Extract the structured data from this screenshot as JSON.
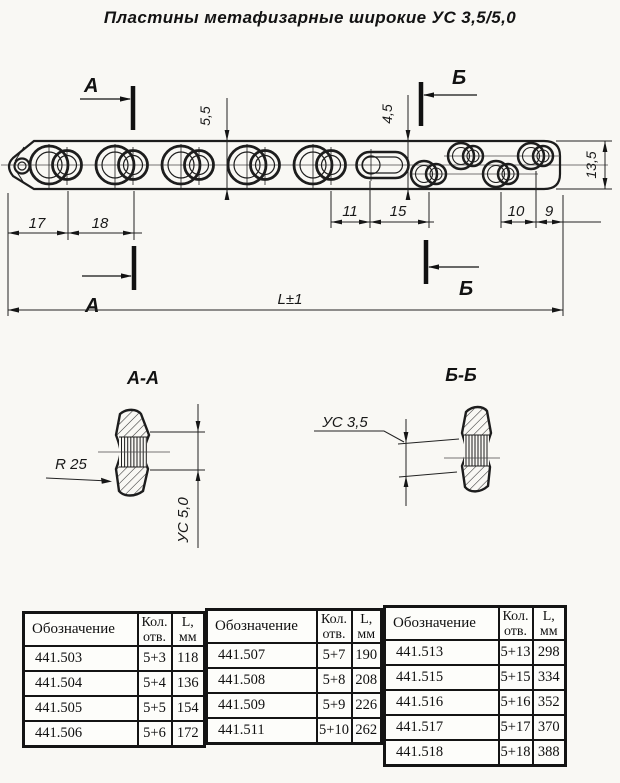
{
  "title": "Пластины метафизарные широкие УС 3,5/5,0",
  "colors": {
    "ink": "#1d1d1d",
    "paper": "#f9f8f4"
  },
  "drawing": {
    "labels": {
      "section_a": "А",
      "section_b": "Б",
      "section_aa_title": "А-А",
      "section_bb_title": "Б-Б",
      "dim_17": "17",
      "dim_18": "18",
      "dim_5_5": "5,5",
      "dim_4_5": "4,5",
      "dim_11": "11",
      "dim_15": "15",
      "dim_10": "10",
      "dim_9": "9",
      "dim_13_5": "13,5",
      "dim_length": "L±1",
      "radius": "R 25",
      "thread_large": "УС 5,0",
      "thread_small": "УС 3,5"
    }
  },
  "tables": [
    {
      "headers": {
        "designation": "Обозначение",
        "count_1": "Кол.",
        "count_2": "отв.",
        "len_1": "L,",
        "len_2": "мм"
      },
      "rows": [
        [
          "441.503",
          "5+3",
          "118"
        ],
        [
          "441.504",
          "5+4",
          "136"
        ],
        [
          "441.505",
          "5+5",
          "154"
        ],
        [
          "441.506",
          "5+6",
          "172"
        ]
      ]
    },
    {
      "headers": {
        "designation": "Обозначение",
        "count_1": "Кол.",
        "count_2": "отв.",
        "len_1": "L,",
        "len_2": "мм"
      },
      "rows": [
        [
          "441.507",
          "5+7",
          "190"
        ],
        [
          "441.508",
          "5+8",
          "208"
        ],
        [
          "441.509",
          "5+9",
          "226"
        ],
        [
          "441.511",
          "5+10",
          "262"
        ]
      ]
    },
    {
      "headers": {
        "designation": "Обозначение",
        "count_1": "Кол.",
        "count_2": "отв.",
        "len_1": "L,",
        "len_2": "мм"
      },
      "rows": [
        [
          "441.513",
          "5+13",
          "298"
        ],
        [
          "441.515",
          "5+15",
          "334"
        ],
        [
          "441.516",
          "5+16",
          "352"
        ],
        [
          "441.517",
          "5+17",
          "370"
        ],
        [
          "441.518",
          "5+18",
          "388"
        ]
      ]
    }
  ]
}
